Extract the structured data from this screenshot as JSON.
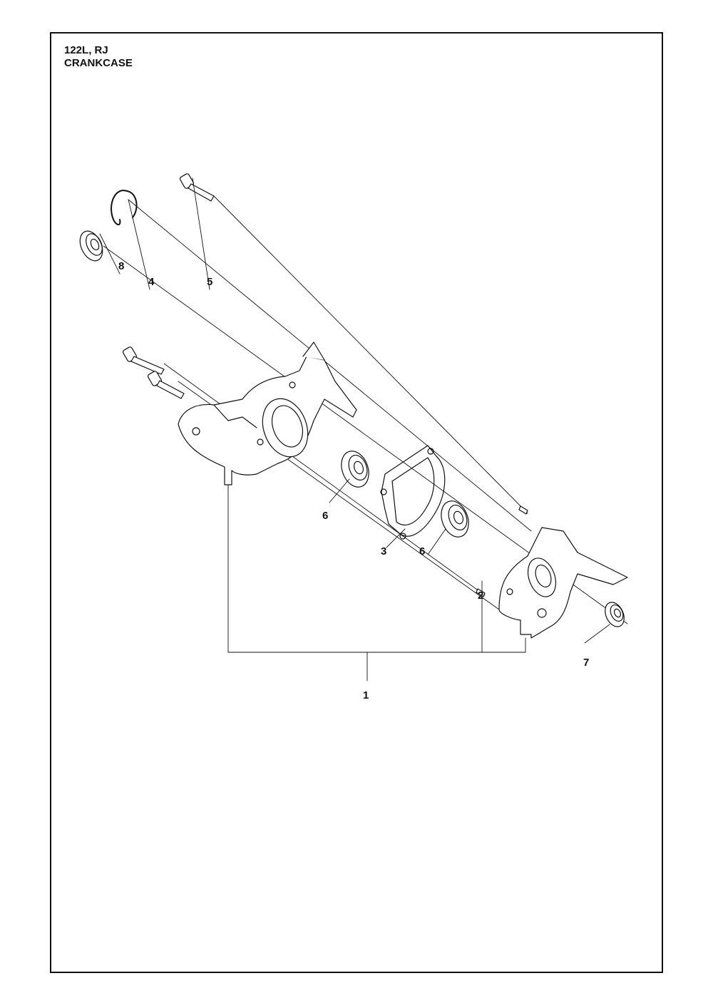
{
  "header": {
    "model": "122L, RJ",
    "section": "CRANKCASE"
  },
  "callouts": [
    {
      "label": "8"
    },
    {
      "label": "4"
    },
    {
      "label": "5"
    },
    {
      "label": "6"
    },
    {
      "label": "3"
    },
    {
      "label": "6"
    },
    {
      "label": "2"
    },
    {
      "label": "7"
    },
    {
      "label": "1"
    }
  ]
}
